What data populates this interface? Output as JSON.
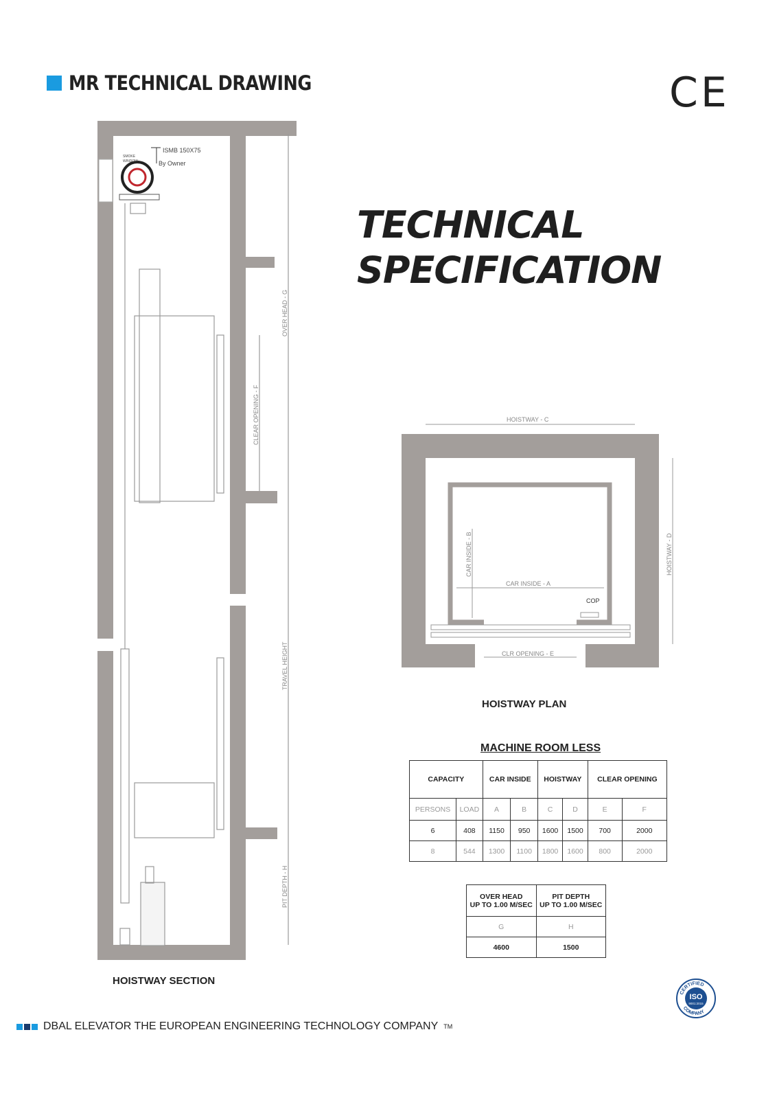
{
  "header": {
    "title": "MR TECHNICAL DRAWING",
    "accent": "#1a9be0",
    "ce_mark": "CE"
  },
  "headline": {
    "line1": "TECHNICAL",
    "line2": "SPECIFICATION"
  },
  "section": {
    "caption": "HOISTWAY SECTION",
    "labels": {
      "beam": "ISMB 150X75",
      "owner": "By Owner",
      "smoke1": "SMOKE",
      "smoke2": "WINDOW",
      "overhead": "OVER HEAD - G",
      "clear": "CLEAR OPENING - F",
      "travel": "TRAVEL HEIGHT",
      "pit": "PIT DEPTH - H"
    }
  },
  "plan": {
    "caption": "HOISTWAY PLAN",
    "labels": {
      "c": "HOISTWAY - C",
      "d": "HOISTWAY - D",
      "a": "CAR INSIDE - A",
      "b": "CAR INSIDE - B",
      "e": "CLR OPENING - E",
      "cop": "COP"
    }
  },
  "table1": {
    "title": "MACHINE ROOM LESS",
    "groups": [
      "CAPACITY",
      "CAR INSIDE",
      "HOISTWAY",
      "CLEAR OPENING"
    ],
    "subheaders": [
      "PERSONS",
      "LOAD",
      "A",
      "B",
      "C",
      "D",
      "E",
      "F"
    ],
    "rows": [
      [
        "6",
        "408",
        "1150",
        "950",
        "1600",
        "1500",
        "700",
        "2000"
      ],
      [
        "8",
        "544",
        "1300",
        "1100",
        "1800",
        "1600",
        "800",
        "2000"
      ]
    ]
  },
  "table2": {
    "headers": [
      [
        "OVER HEAD",
        "UP TO 1.00 M/SEC"
      ],
      [
        "PIT DEPTH",
        "UP TO 1.00 M/SEC"
      ]
    ],
    "sub": [
      "G",
      "H"
    ],
    "values": [
      "4600",
      "1500"
    ]
  },
  "badge": {
    "top": "CERTIFIED",
    "main": "ISO",
    "std": "9001:2015",
    "bottom": "COMPANY"
  },
  "footer": {
    "text": "DBAL ELEVATOR THE EUROPEAN ENGINEERING TECHNOLOGY COMPANY",
    "tm": "TM",
    "colors": [
      "#1a9be0",
      "#1a3a6b",
      "#1a9be0"
    ]
  }
}
